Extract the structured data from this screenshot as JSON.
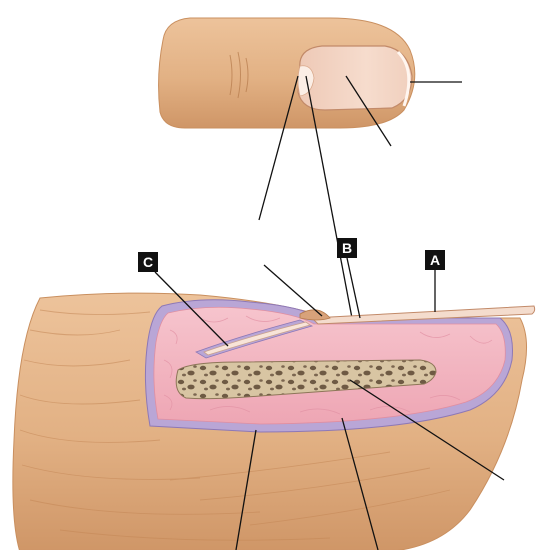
{
  "figure": {
    "labels": [
      {
        "id": "label-a",
        "text": "A"
      },
      {
        "id": "label-b",
        "text": "B"
      },
      {
        "id": "label-c",
        "text": "C"
      }
    ],
    "colors": {
      "skin": "#e2b184",
      "skin_shadow": "#c98f5f",
      "skin_line": "#b57a4b",
      "nail": "#f2d6c6",
      "nail_edge": "#f8e4d8",
      "dermis_pink": "#f3b7c2",
      "dermis_line": "#e08ea0",
      "epidermis_purple": "#b9a6d6",
      "bone": "#d9c7a6",
      "bone_hole": "#6e5a44",
      "leader": "#111111"
    }
  }
}
